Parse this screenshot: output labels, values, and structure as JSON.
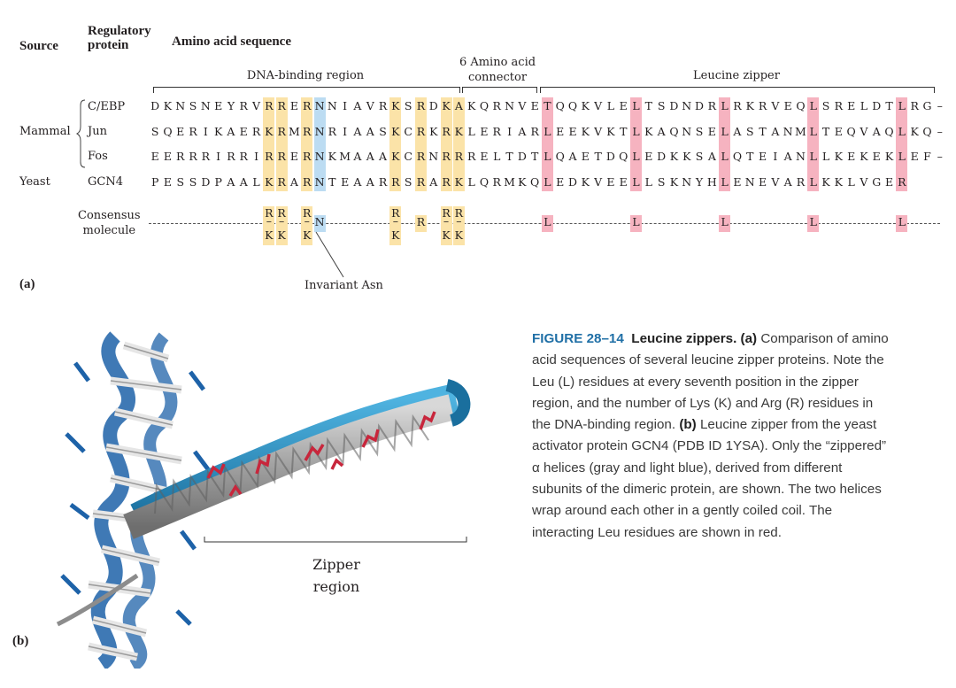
{
  "headers": {
    "source": "Source",
    "regulatory_line1": "Regulatory",
    "regulatory_line2": "protein",
    "amino_acid_sequence": "Amino acid sequence"
  },
  "regions": {
    "dna_binding": "DNA-binding region",
    "connector_line1": "6 Amino acid",
    "connector_line2": "connector",
    "zipper": "Leucine zipper"
  },
  "rows": [
    {
      "source": "",
      "protein": "C/EBP",
      "sequence": "DKNSNEYRVRRERNNIAVRKSRDKAKQRNVETQQKVLELTSDNDRLRKRVEQLSRELDTLRG–"
    },
    {
      "source": "Mammal",
      "protein": "Jun",
      "sequence": "SQERIKAERKRMRNRIAASKCRKRKLERIARLEEKVKTLKAQNSELASTANMLTEQVAQLKQ–"
    },
    {
      "source": "",
      "protein": "Fos",
      "sequence": "EERRRIRRIRRERNKMAAAKCRNRRRELTDTLQAETDQLEDKKSALQTEIANLLKEKEKLEF–"
    },
    {
      "source": "Yeast",
      "protein": "GCN4",
      "sequence": "PESSDPAALKRARNTEAARRSRARKLQRMKQLEDKVEELLSKNYHLENEVARLKKLVGER"
    }
  ],
  "highlights": {
    "yellow_columns": [
      9,
      10,
      12,
      19,
      21,
      23,
      24
    ],
    "blue_columns": [
      13
    ],
    "red_columns": [
      31,
      38,
      45,
      52,
      59
    ]
  },
  "consensus": {
    "label_line1": "Consensus",
    "label_line2": "molecule",
    "entries": [
      {
        "col": 9,
        "top": "R",
        "bottom": "K"
      },
      {
        "col": 10,
        "top": "R",
        "bottom": "K"
      },
      {
        "col": 12,
        "top": "R",
        "bottom": "K"
      },
      {
        "col": 13,
        "mid": "N"
      },
      {
        "col": 19,
        "top": "R",
        "bottom": "K"
      },
      {
        "col": 21,
        "mid": "R"
      },
      {
        "col": 23,
        "top": "R",
        "bottom": "K"
      },
      {
        "col": 24,
        "top": "R",
        "bottom": "K"
      },
      {
        "col": 31,
        "mid": "L"
      },
      {
        "col": 38,
        "mid": "L"
      },
      {
        "col": 45,
        "mid": "L"
      },
      {
        "col": 52,
        "mid": "L"
      },
      {
        "col": 59,
        "mid": "L"
      }
    ]
  },
  "invariant_asn": "Invariant Asn",
  "panel_a": "(a)",
  "panel_b": "(b)",
  "zipper_region_line1": "Zipper",
  "zipper_region_line2": "region",
  "caption": {
    "figure_number": "FIGURE 28–14",
    "title": "Leucine zippers.",
    "a_label": "(a)",
    "a_text": "Comparison of amino acid sequences of several leucine zipper proteins. Note the Leu (L) residues at every seventh position in the zipper region, and the number of Lys (K) and Arg (R) residues in the DNA-binding region.",
    "b_label": "(b)",
    "b_text": "Leucine zipper from the yeast activator protein GCN4 (PDB ID 1YSA). Only the “zippered” α helices (gray and light blue), derived from different subunits of the dimeric protein, are shown. The two helices wrap around each other in a gently coiled coil. The interacting Leu residues are shown in red."
  },
  "colors": {
    "basic_highlight": "#fbe3a8",
    "asn_highlight": "#bcdcf2",
    "leu_highlight": "#f6b3c0",
    "figure_number": "#1f6fa6",
    "dna_blue": "#1d62a8",
    "helix_gray": "#a9a9a9",
    "helix_blue": "#2a8fc0",
    "leu_red": "#c8263c"
  }
}
